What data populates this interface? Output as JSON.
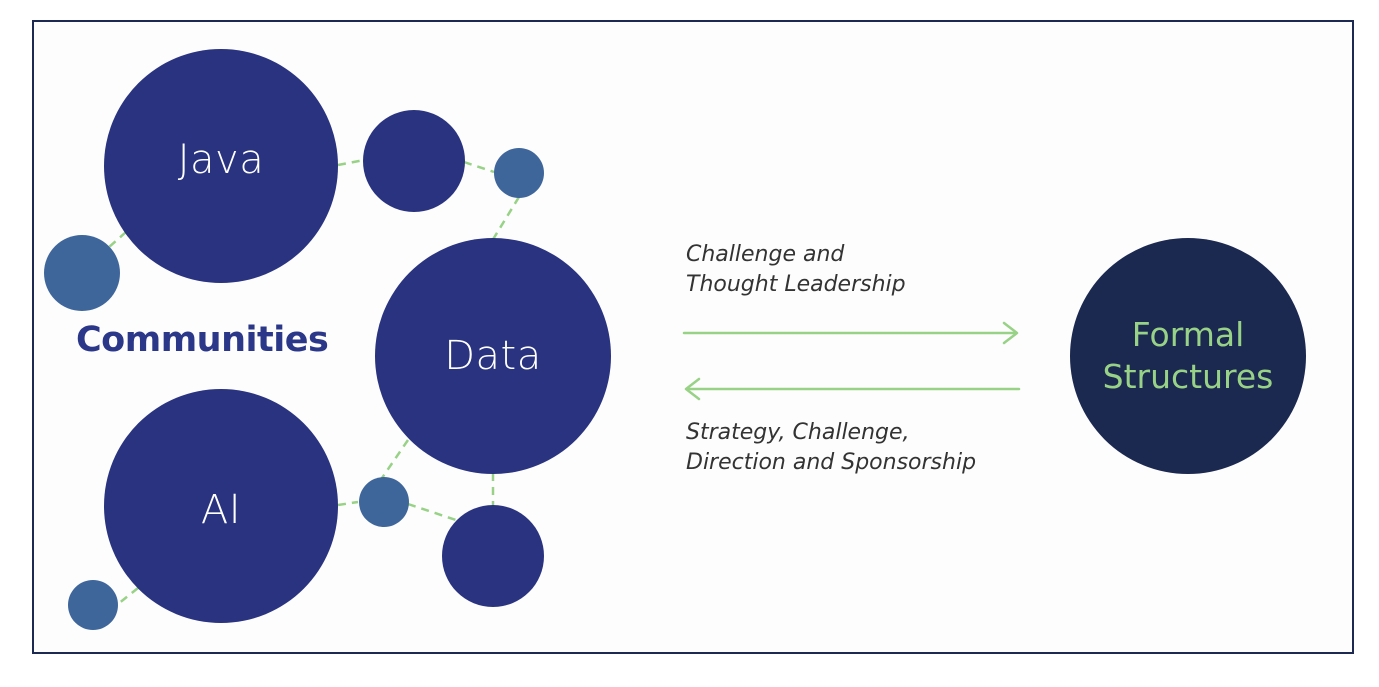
{
  "nodes": {
    "java": "Java",
    "data": "Data",
    "ai": "AI",
    "formal_structures": {
      "line1": "Formal",
      "line2": "Structures"
    }
  },
  "group_label": "Communities",
  "arrows": {
    "to_formal": {
      "line1": "Challenge and",
      "line2": "Thought Leadership"
    },
    "to_communities": {
      "line1": "Strategy, Challenge,",
      "line2": "Direction and Sponsorship"
    }
  },
  "colors": {
    "large_circle": "#29337f",
    "small_circle_light": "#3e669b",
    "formal_circle": "#1b2850",
    "connector": "#98d286",
    "communities_text": "#2b3788",
    "frame_border": "#1c2a52"
  }
}
